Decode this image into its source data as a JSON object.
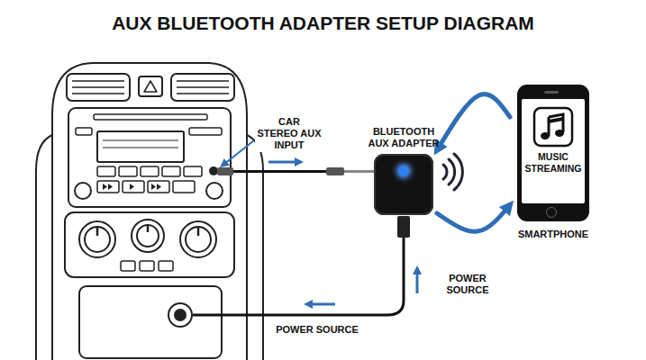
{
  "diagram": {
    "title": "AUX BLUETOOTH ADAPTER SETUP DIAGRAM",
    "nodes": [
      {
        "text": [
          "BLUETOOTH AUX ADAPTER"
        ]
      },
      {
        "text": [
          "MUSIC STREAMING",
          "SMARTPHONE"
        ]
      }
    ],
    "edges": [
      {
        "from": 1,
        "to": 0,
        "arrow": "to"
      },
      {
        "from": 0,
        "to": 1,
        "arrow": "to"
      }
    ],
    "labels": [
      "CAR STEREO AUX INPUT",
      "POWER SOURCE",
      "POWER SOURCE"
    ]
  }
}
